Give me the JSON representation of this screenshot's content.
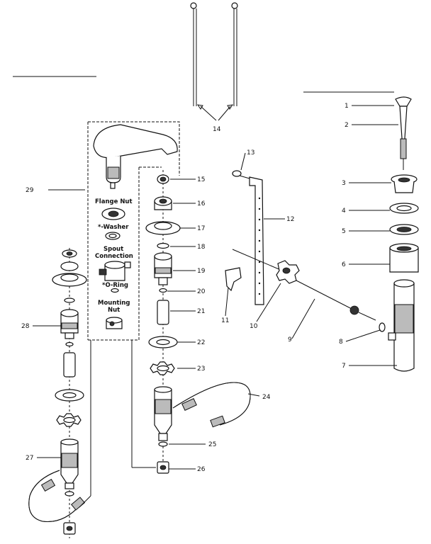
{
  "inset_labels": {
    "flange_nut": "Flange Nut",
    "washer": "*-Washer",
    "spout_connection_1": "Spout",
    "spout_connection_2": "Connection",
    "o_ring": "*O-Ring",
    "mounting_nut_1": "Mounting",
    "mounting_nut_2": "Nut"
  },
  "callouts": [
    "1",
    "2",
    "3",
    "4",
    "5",
    "6",
    "7",
    "8",
    "9",
    "10",
    "11",
    "12",
    "13",
    "14",
    "15",
    "16",
    "17",
    "18",
    "19",
    "20",
    "21",
    "22",
    "23",
    "24",
    "25",
    "26",
    "27",
    "28",
    "29"
  ]
}
